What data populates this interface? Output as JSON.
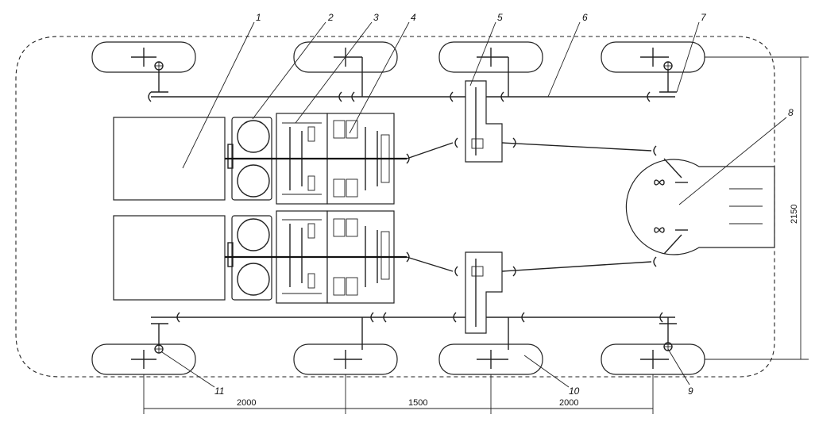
{
  "callouts": [
    "1",
    "2",
    "3",
    "4",
    "5",
    "6",
    "7",
    "8",
    "9",
    "10",
    "11"
  ],
  "dimensions": {
    "wheelbase_1": "2000",
    "wheelbase_2": "1500",
    "wheelbase_3": "2000",
    "track": "2150"
  },
  "colors": {
    "line": "#222222",
    "background": "#ffffff"
  }
}
